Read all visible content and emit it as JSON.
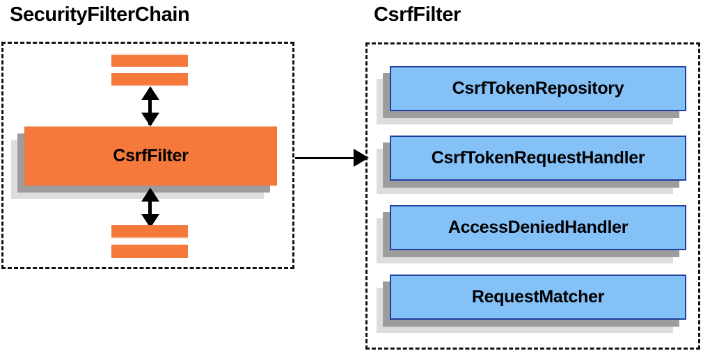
{
  "diagram": {
    "type": "component-collaboration-diagram",
    "background": "#ffffff",
    "colors": {
      "filter_orange": "#f4793b",
      "collaborator_blue": "#84c1f7",
      "collaborator_border": "#1f3f9e",
      "shadow_dark": "#9d9d9d",
      "shadow_light": "#dddddd",
      "panel_border": "#111111",
      "text": "#000000"
    }
  },
  "left_panel": {
    "title": "SecurityFilterChain",
    "border_style": "dashed",
    "filter": {
      "label": "CsrfFilter"
    },
    "stubs_above": [
      "",
      ""
    ],
    "stubs_below": [
      "",
      ""
    ],
    "arrows": {
      "above": "double-headed-vertical",
      "below": "double-headed-vertical"
    }
  },
  "connector": {
    "from": "SecurityFilterChain",
    "to": "CsrfFilter",
    "style": "single-headed-horizontal-arrow"
  },
  "right_panel": {
    "title": "CsrfFilter",
    "border_style": "dashed",
    "collaborators": [
      {
        "label": "CsrfTokenRepository"
      },
      {
        "label": "CsrfTokenRequestHandler"
      },
      {
        "label": "AccessDeniedHandler"
      },
      {
        "label": "RequestMatcher"
      }
    ]
  }
}
